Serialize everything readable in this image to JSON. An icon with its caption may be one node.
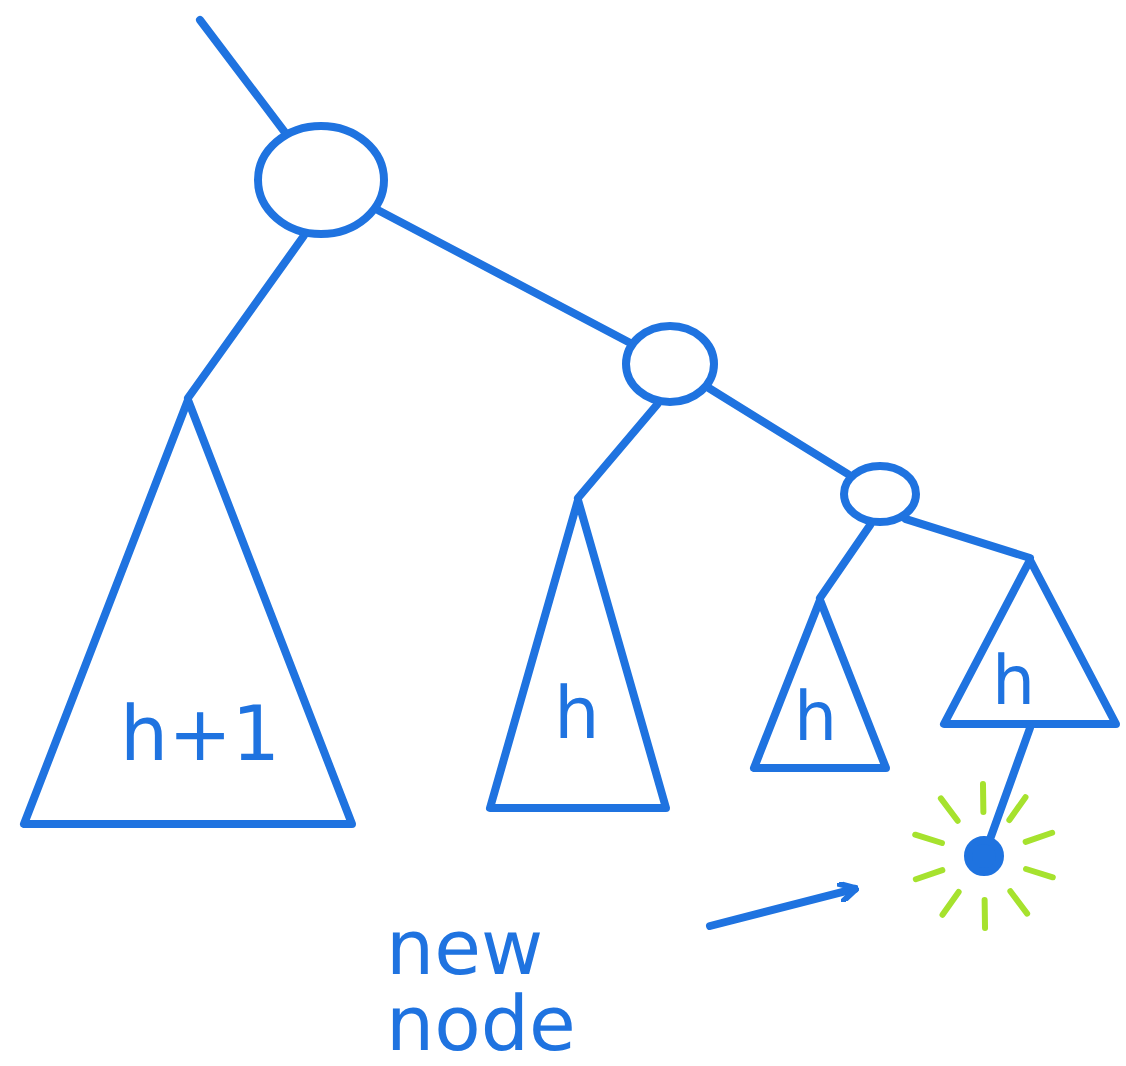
{
  "diagram": {
    "nodes": [
      {
        "text": [],
        "shape": "circle"
      },
      {
        "text": [],
        "shape": "circle"
      },
      {
        "text": [],
        "shape": "circle"
      },
      {
        "text": [
          "h+1"
        ]
      },
      {
        "text": [
          "h"
        ]
      },
      {
        "text": [
          "h"
        ]
      },
      {
        "text": [
          "h"
        ]
      },
      {
        "text": [],
        "shape": "circle"
      },
      {
        "text": [
          "new node"
        ]
      }
    ],
    "edges": [
      {
        "from": null,
        "to": 0,
        "arrow": "none"
      },
      {
        "from": 0,
        "to": 3,
        "arrow": "none"
      },
      {
        "from": 0,
        "to": 1,
        "arrow": "none"
      },
      {
        "from": 1,
        "to": 4,
        "arrow": "none"
      },
      {
        "from": 1,
        "to": 2,
        "arrow": "none"
      },
      {
        "from": 2,
        "to": 5,
        "arrow": "none"
      },
      {
        "from": 2,
        "to": 6,
        "arrow": "none"
      },
      {
        "from": 6,
        "to": 7,
        "arrow": "none"
      },
      {
        "from": 8,
        "to": 7,
        "arrow": "to"
      }
    ]
  }
}
